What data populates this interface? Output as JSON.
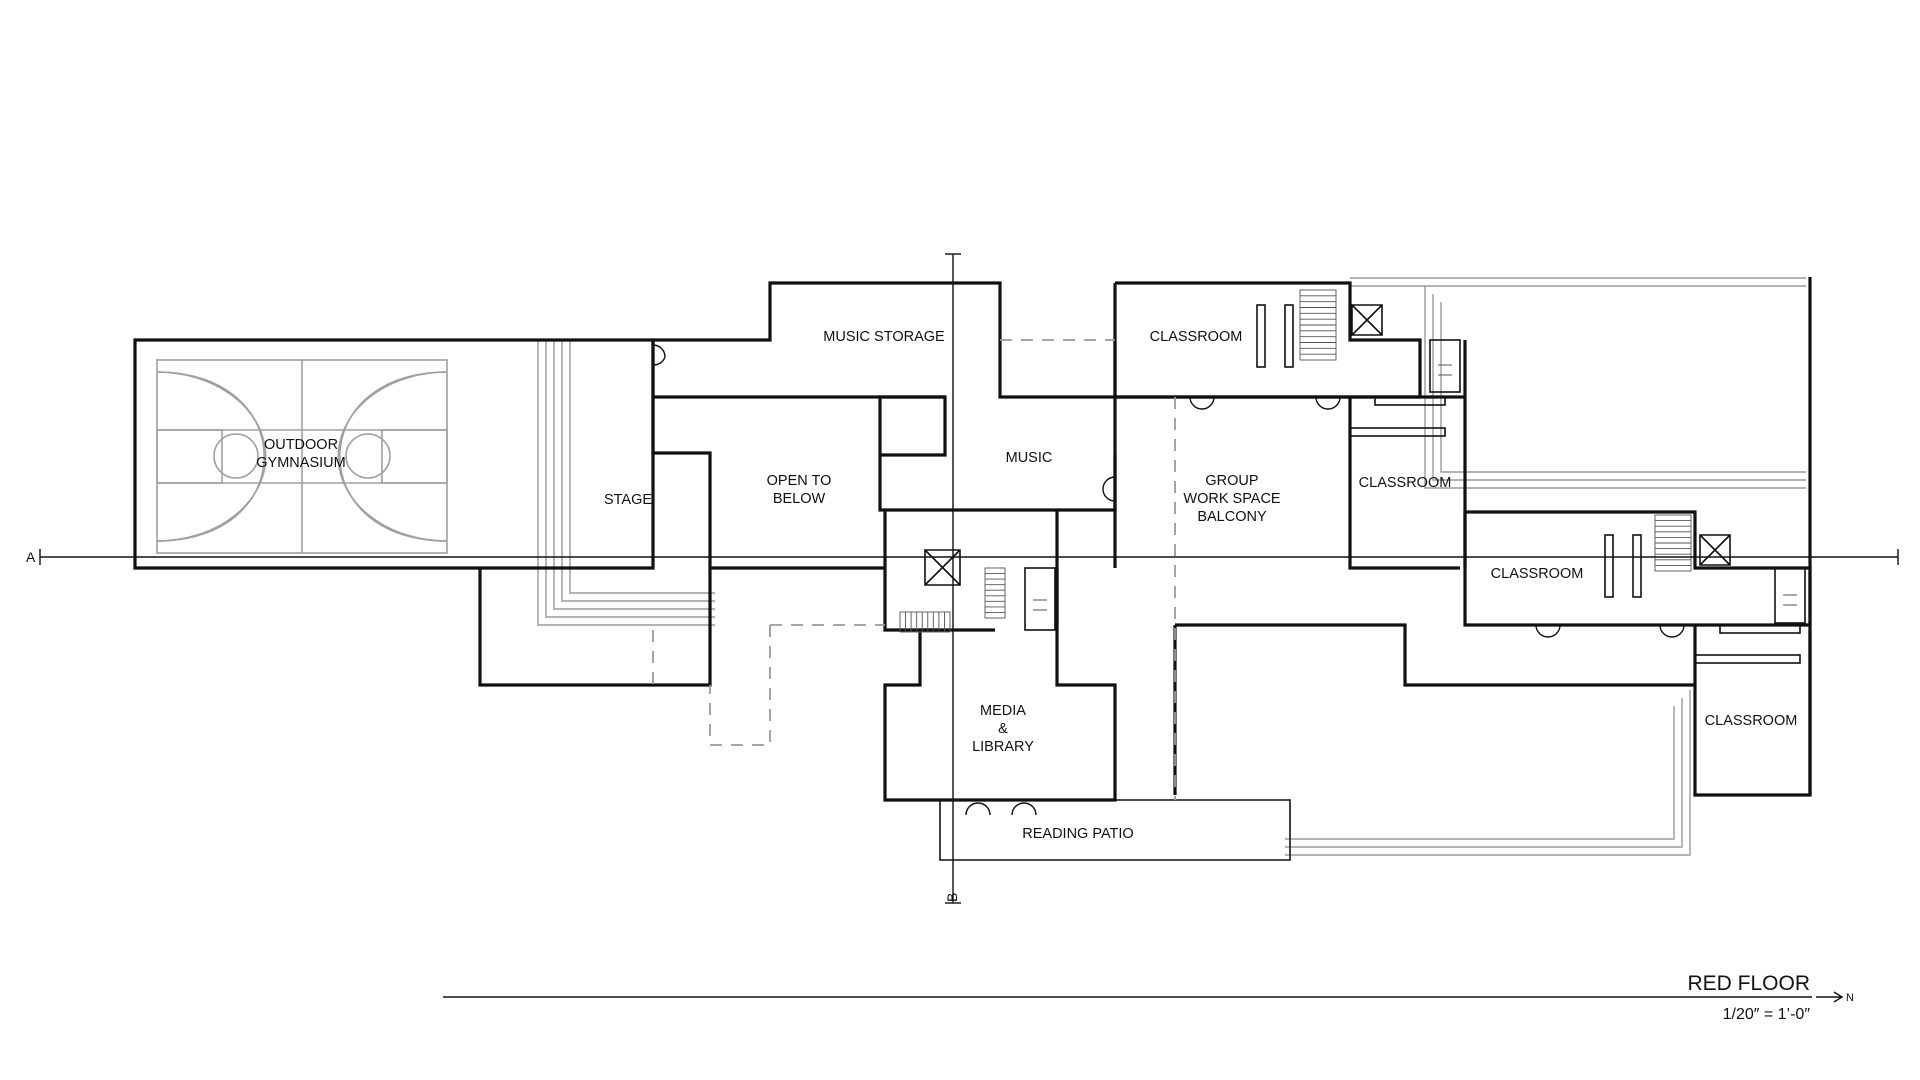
{
  "plan": {
    "title": "RED FLOOR",
    "scale": "1/20″ = 1’-0″",
    "north": "N",
    "section_a": "A",
    "section_b": "B",
    "rooms": {
      "gym_line1": "OUTDOOR",
      "gym_line2": "GYMNASIUM",
      "stage": "STAGE",
      "open_line1": "OPEN TO",
      "open_line2": "BELOW",
      "music_storage": "MUSIC STORAGE",
      "music": "MUSIC",
      "classroom_1": "CLASSROOM",
      "group_line1": "GROUP",
      "group_line2": "WORK SPACE",
      "group_line3": "BALCONY",
      "classroom_2": "CLASSROOM",
      "classroom_3": "CLASSROOM",
      "classroom_4": "CLASSROOM",
      "media_line1": "MEDIA",
      "media_line2": "&",
      "media_line3": "LIBRARY",
      "reading_patio": "READING PATIO"
    }
  }
}
